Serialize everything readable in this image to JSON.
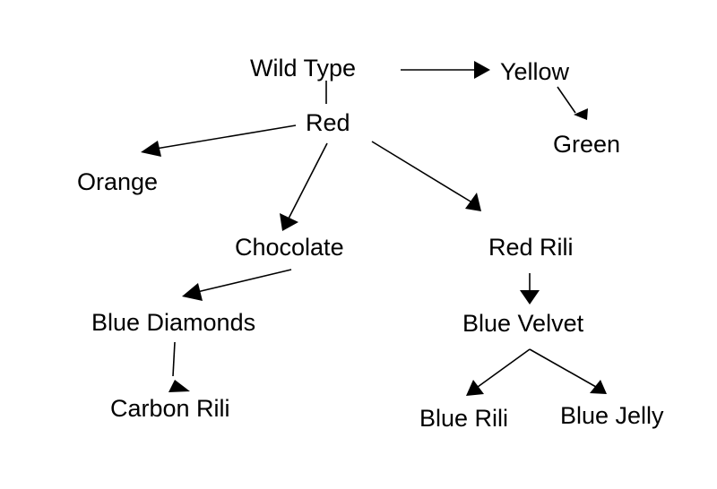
{
  "nodes": {
    "wild_type": "Wild Type",
    "yellow": "Yellow",
    "green": "Green",
    "red": "Red",
    "orange": "Orange",
    "chocolate": "Chocolate",
    "red_rili": "Red Rili",
    "blue_diamonds": "Blue Diamonds",
    "blue_velvet": "Blue Velvet",
    "carbon_rili": "Carbon Rili",
    "blue_rili": "Blue Rili",
    "blue_jelly": "Blue Jelly"
  },
  "edges": [
    {
      "from": "wild_type",
      "to": "red",
      "arrow": false
    },
    {
      "from": "wild_type",
      "to": "yellow",
      "arrow": true
    },
    {
      "from": "yellow",
      "to": "green",
      "arrow": true
    },
    {
      "from": "red",
      "to": "orange",
      "arrow": true
    },
    {
      "from": "red",
      "to": "chocolate",
      "arrow": true
    },
    {
      "from": "red",
      "to": "red_rili",
      "arrow": true
    },
    {
      "from": "chocolate",
      "to": "blue_diamonds",
      "arrow": true
    },
    {
      "from": "blue_diamonds",
      "to": "carbon_rili",
      "arrow": true
    },
    {
      "from": "red_rili",
      "to": "blue_velvet",
      "arrow": true
    },
    {
      "from": "blue_velvet",
      "to": "blue_rili",
      "arrow": true
    },
    {
      "from": "blue_velvet",
      "to": "blue_jelly",
      "arrow": true
    }
  ],
  "colors": {
    "text": "#000000",
    "line": "#000000",
    "background": "#ffffff"
  }
}
